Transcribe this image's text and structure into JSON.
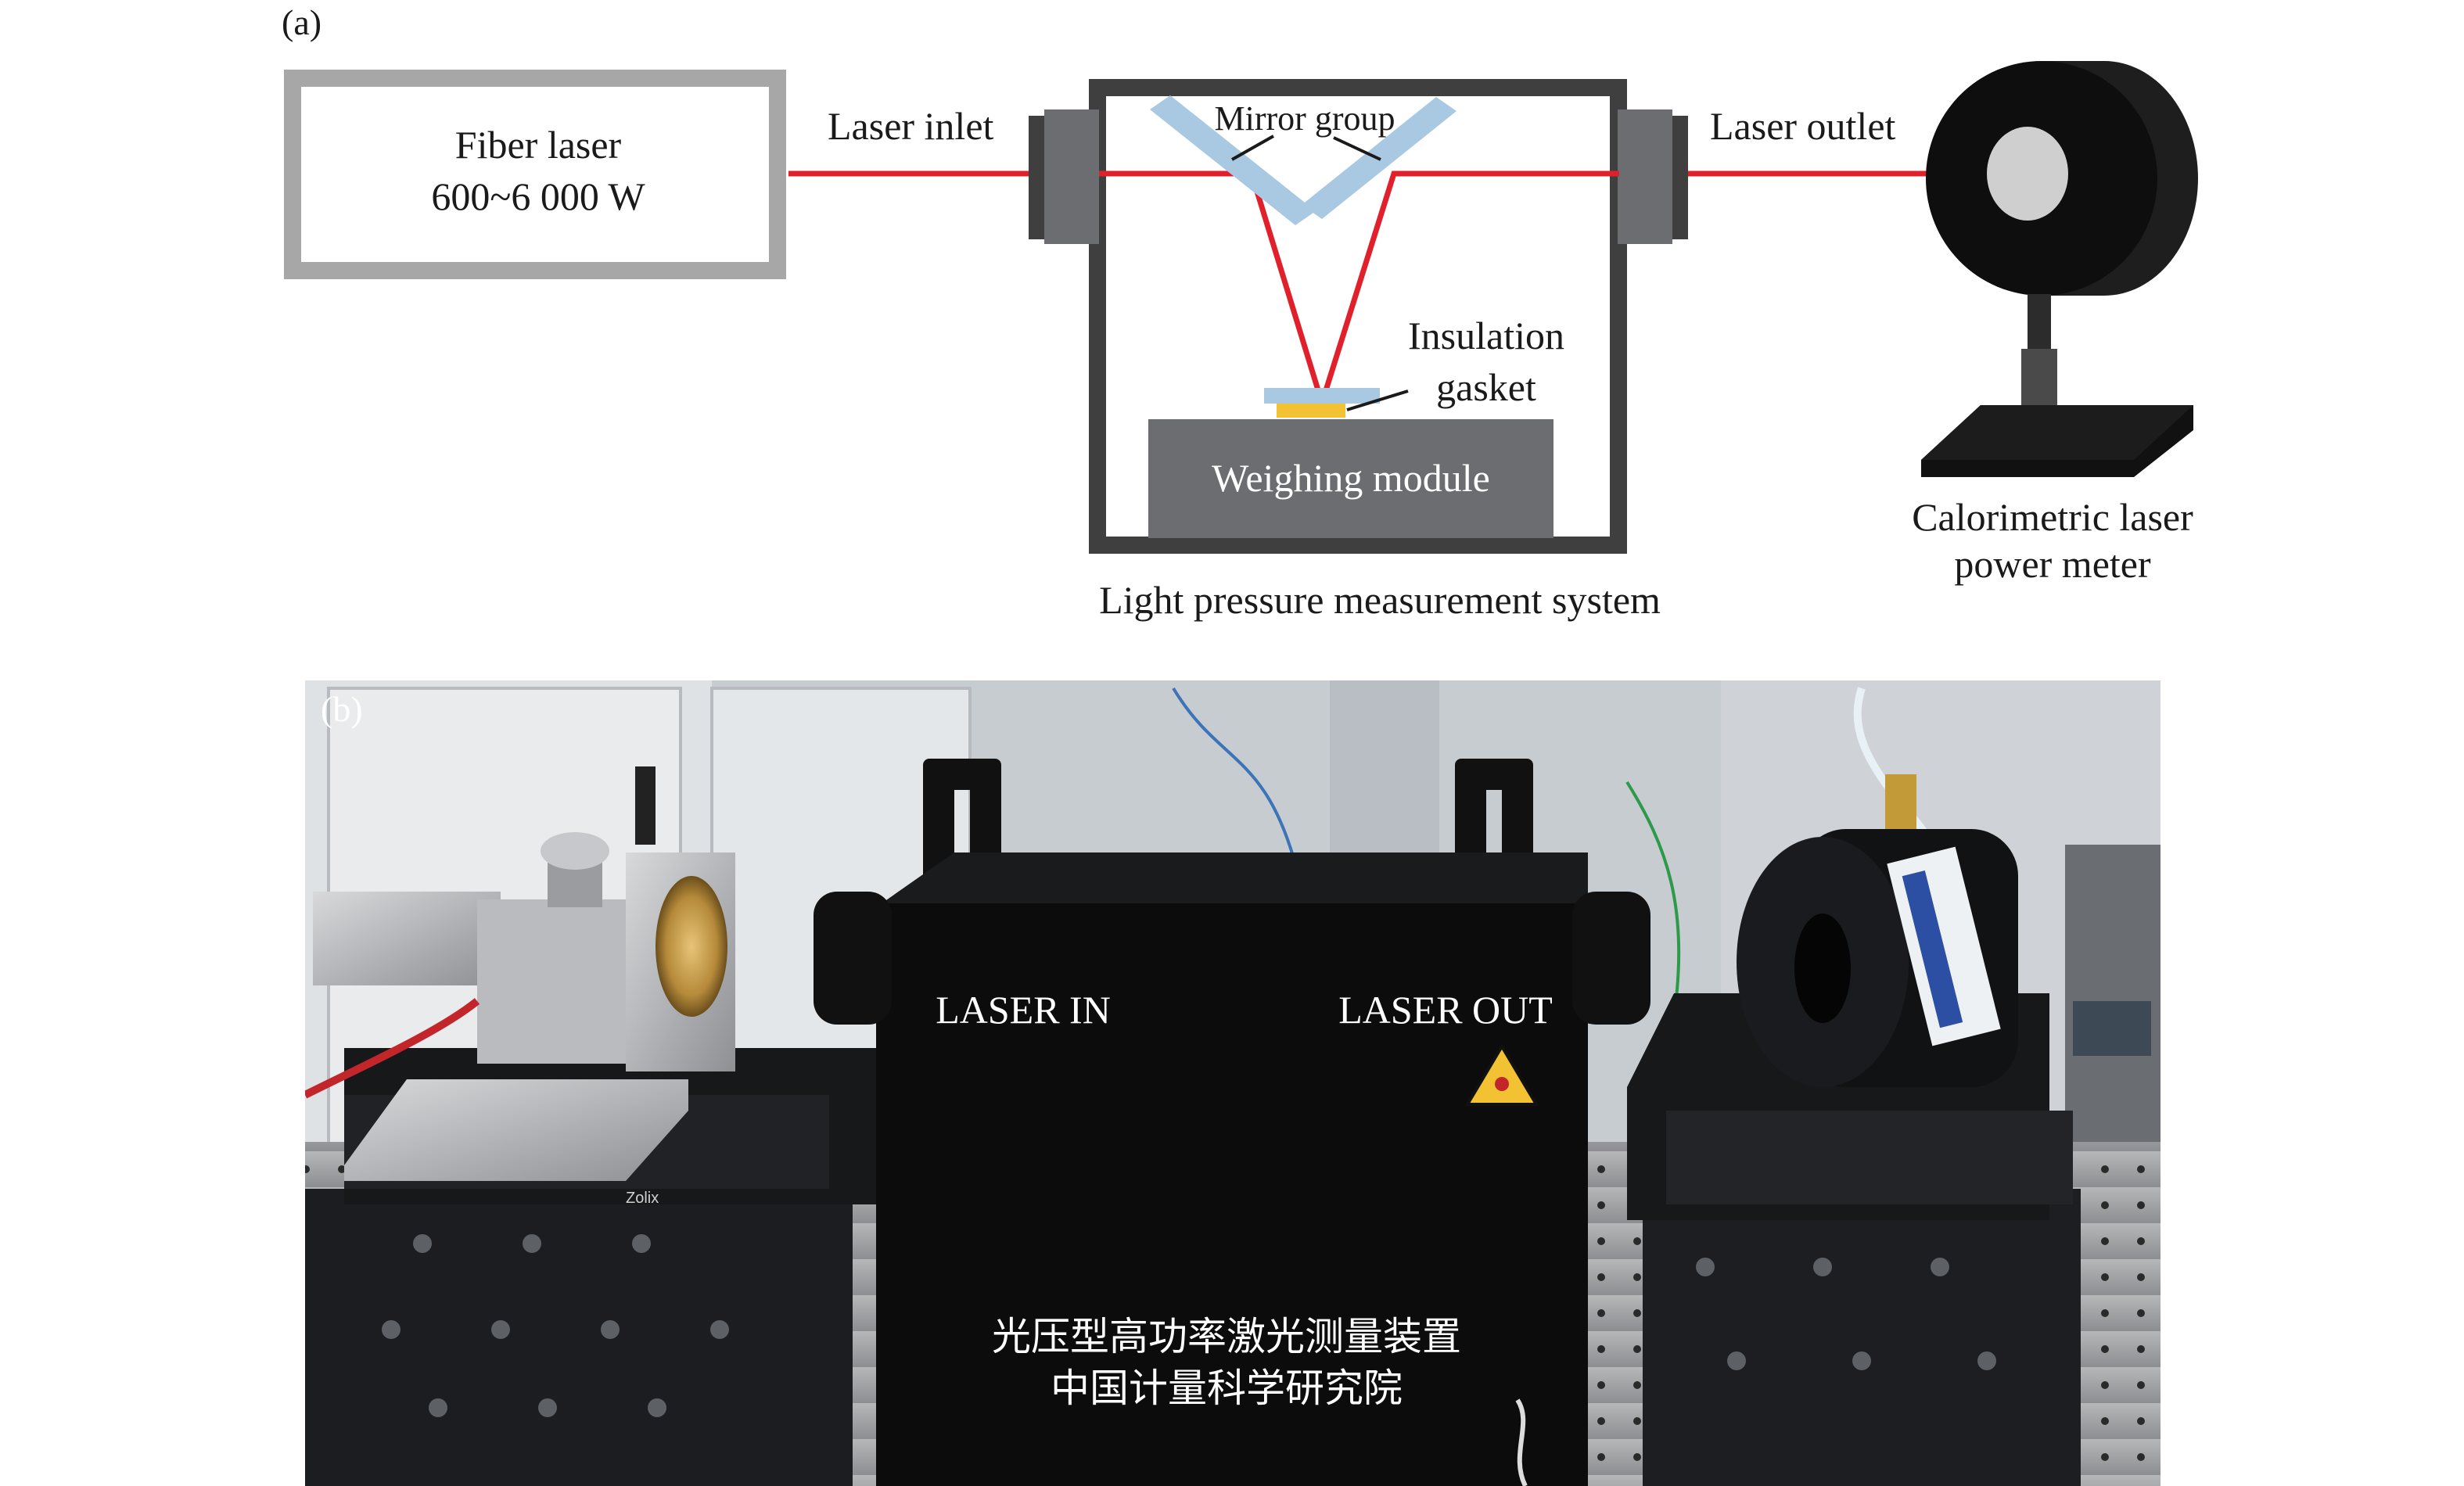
{
  "panel_a": {
    "tag": "(a)",
    "fiber_laser": {
      "title": "Fiber laser",
      "power": "600~6 000 W"
    },
    "laser_inlet": "Laser inlet",
    "laser_outlet": "Laser outlet",
    "mirror_group": "Mirror group",
    "insulation_line1": "Insulation",
    "insulation_line2": "gasket",
    "weighing_module": "Weighing module",
    "system_caption": "Light pressure measurement system",
    "power_meter_line1": "Calorimetric laser",
    "power_meter_line2": "power meter"
  },
  "panel_b": {
    "tag": "(b)",
    "laser_in": "LASER IN",
    "laser_out": "LASER OUT",
    "chinese_line1": "光压型高功率激光测量装置",
    "chinese_line2": "中国计量科学研究院",
    "stage_brand": "Zolix"
  },
  "colors": {
    "beam": "#e0212b",
    "frame_gray": "#a7a7a7",
    "box_dark": "#3f3f3f",
    "module_gray": "#6b6d70",
    "mirror_blue": "#a9c9e2",
    "gasket_yellow": "#f2c232"
  }
}
